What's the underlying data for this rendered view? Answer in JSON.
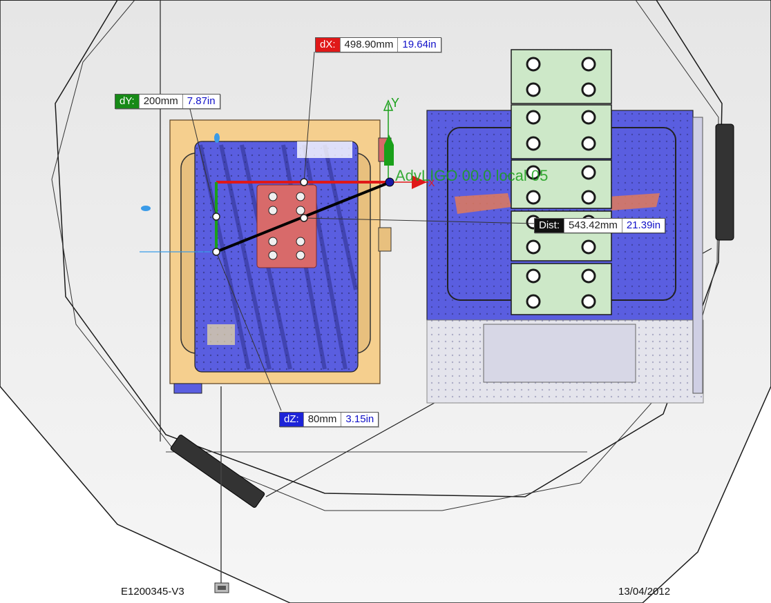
{
  "measure": {
    "dx": {
      "label": "dX:",
      "mm": "498.90mm",
      "inch": "19.64in"
    },
    "dy": {
      "label": "dY:",
      "mm": "200mm",
      "inch": "7.87in"
    },
    "dz": {
      "label": "dZ:",
      "mm": "80mm",
      "inch": "3.15in"
    },
    "dist": {
      "label": "Dist:",
      "mm": "543.42mm",
      "inch": "21.39in"
    }
  },
  "triad": {
    "x_label": "X",
    "y_label": "Y"
  },
  "coord_system_label": "AdvLIGO 00.0 local 05",
  "footer": {
    "doc_id": "E1200345-V3",
    "date": "13/04/2012"
  },
  "colors": {
    "chamber_fill": "#efefef",
    "chamber_line": "#1a1a1a",
    "assembly_orange": "#f5cf8e",
    "assembly_blue": "#5a5ee0",
    "plate_green": "#cde8c8",
    "pad_red": "#d86a6a",
    "axis_red": "#e01818",
    "axis_green": "#1aa01a",
    "measure_black": "#000000"
  },
  "icons": [
    "origin-point-icon",
    "connector-icon",
    "y-axis-arrow-icon",
    "x-axis-arrow-icon"
  ]
}
